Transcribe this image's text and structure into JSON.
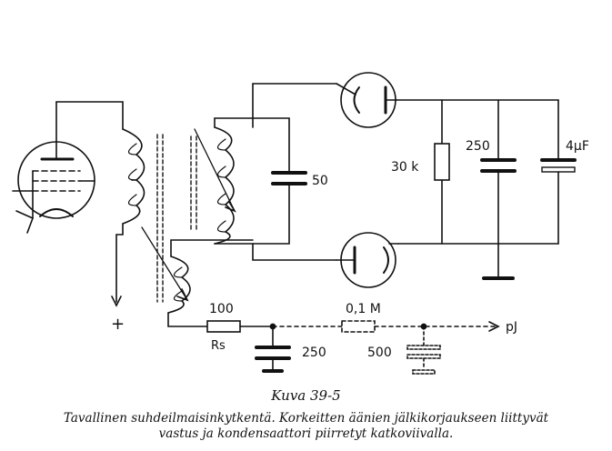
{
  "diagram": {
    "labels": {
      "c50": "50",
      "r30k": "30 k",
      "c250_right": "250",
      "c4uF": "4µF",
      "plus": "+",
      "r100": "100",
      "rs": "Rs",
      "c250_bottom": "250",
      "r01M": "0,1 M",
      "c500": "500",
      "output": "pJ"
    }
  },
  "caption": {
    "title": "Kuva 39-5",
    "line1": "Tavallinen suhdeilmaisinkytkentä. Korkeitten äänien jälkikorjaukseen liittyvät",
    "line2": "vastus ja kondensaattori piirretyt katkoviivalla."
  }
}
